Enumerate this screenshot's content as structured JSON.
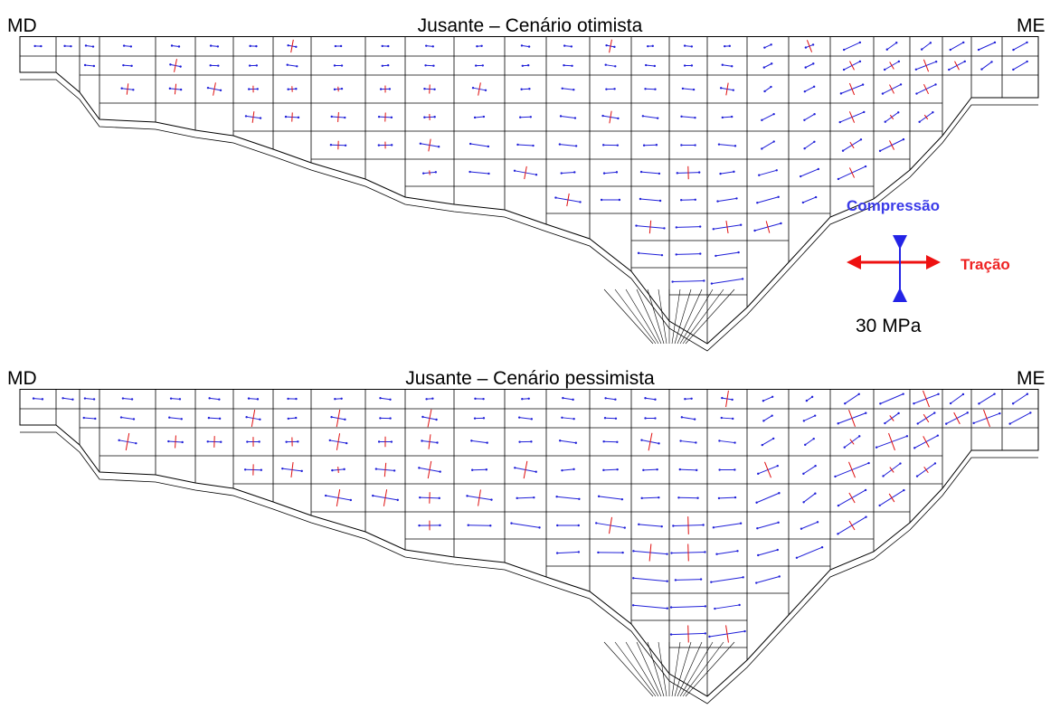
{
  "panels": [
    {
      "left_label": "MD",
      "title": "Jusante – Cenário otimista",
      "right_label": "ME",
      "scenario": "otimista"
    },
    {
      "left_label": "MD",
      "title": "Jusante – Cenário pessimista",
      "right_label": "ME",
      "scenario": "pessimista"
    }
  ],
  "legend": {
    "compression_label": "Compressão",
    "tension_label": "Tração",
    "scale_label": "30 MPa",
    "compression_color": "#2323e6",
    "tension_color": "#ee1111"
  },
  "colors": {
    "mesh_line": "#000000",
    "compression": "#1f1fd8",
    "tension": "#e01010"
  }
}
